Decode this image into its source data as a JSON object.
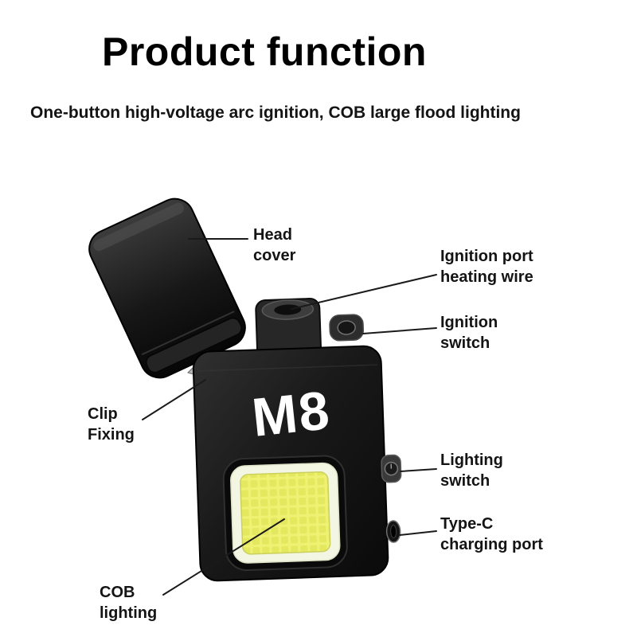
{
  "page": {
    "title": "Product function",
    "subtitle": "One-button high-voltage arc ignition, COB large flood lighting"
  },
  "product": {
    "model": "M8"
  },
  "callouts": {
    "head_cover": {
      "label": "Head\ncover"
    },
    "ignition_port": {
      "label": "Ignition port\nheating wire"
    },
    "ignition_switch": {
      "label": "Ignition\nswitch"
    },
    "clip_fixing": {
      "label": "Clip\nFixing"
    },
    "lighting_switch": {
      "label": "Lighting\nswitch"
    },
    "type_c": {
      "label": "Type-C\ncharging port"
    },
    "cob_lighting": {
      "label": "COB\nlighting"
    }
  },
  "colors": {
    "background": "#ffffff",
    "text": "#141414",
    "leader_line": "#1a1a1a",
    "body_black": "#161616",
    "cob_yellow": "#ecef76",
    "cob_frame": "#f2f6e3",
    "model_text": "#ffffff"
  }
}
